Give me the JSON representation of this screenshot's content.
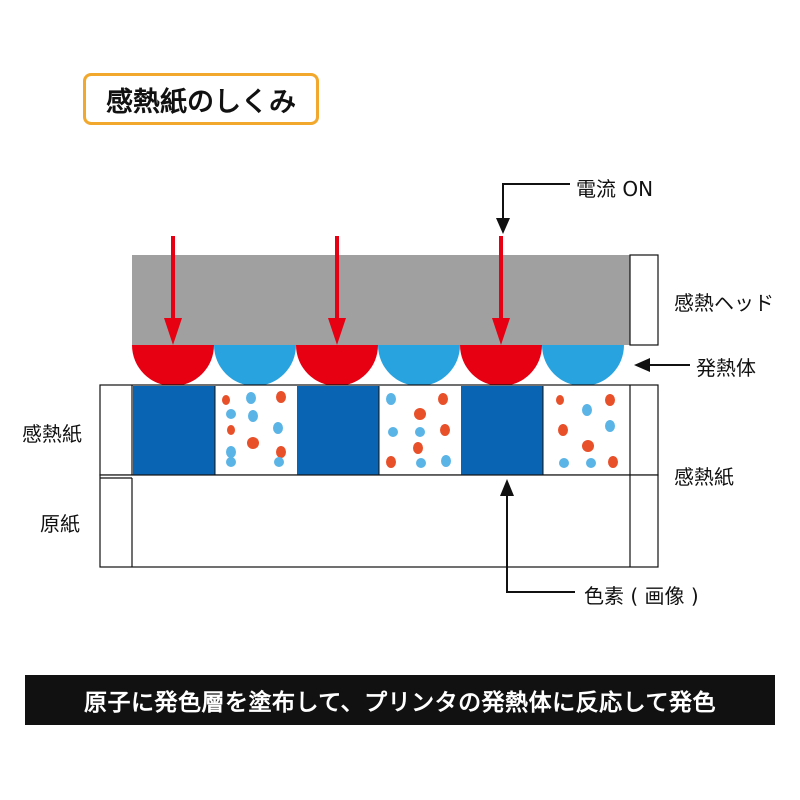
{
  "title": "感熱紙のしくみ",
  "labels": {
    "current_on": "電流 ON",
    "thermal_head": "感熱ヘッド",
    "heating_element": "発熱体",
    "thermal_paper_left": "感熱紙",
    "base_paper": "原紙",
    "thermal_paper_right": "感熱紙",
    "pigment": "色素 ( 画像 )"
  },
  "caption": "原子に発色層を塗布して、プリンタの発熱体に反応して発色",
  "colors": {
    "title_border": "#f2a82c",
    "head_gray": "#a0a0a0",
    "arrow_red": "#e60012",
    "element_red": "#e60012",
    "element_blue": "#29a3e0",
    "pigment_dark_blue": "#0a64b4",
    "dot_red": "#e8502a",
    "dot_blue": "#5bb4e6",
    "caption_bg": "#111111"
  }
}
